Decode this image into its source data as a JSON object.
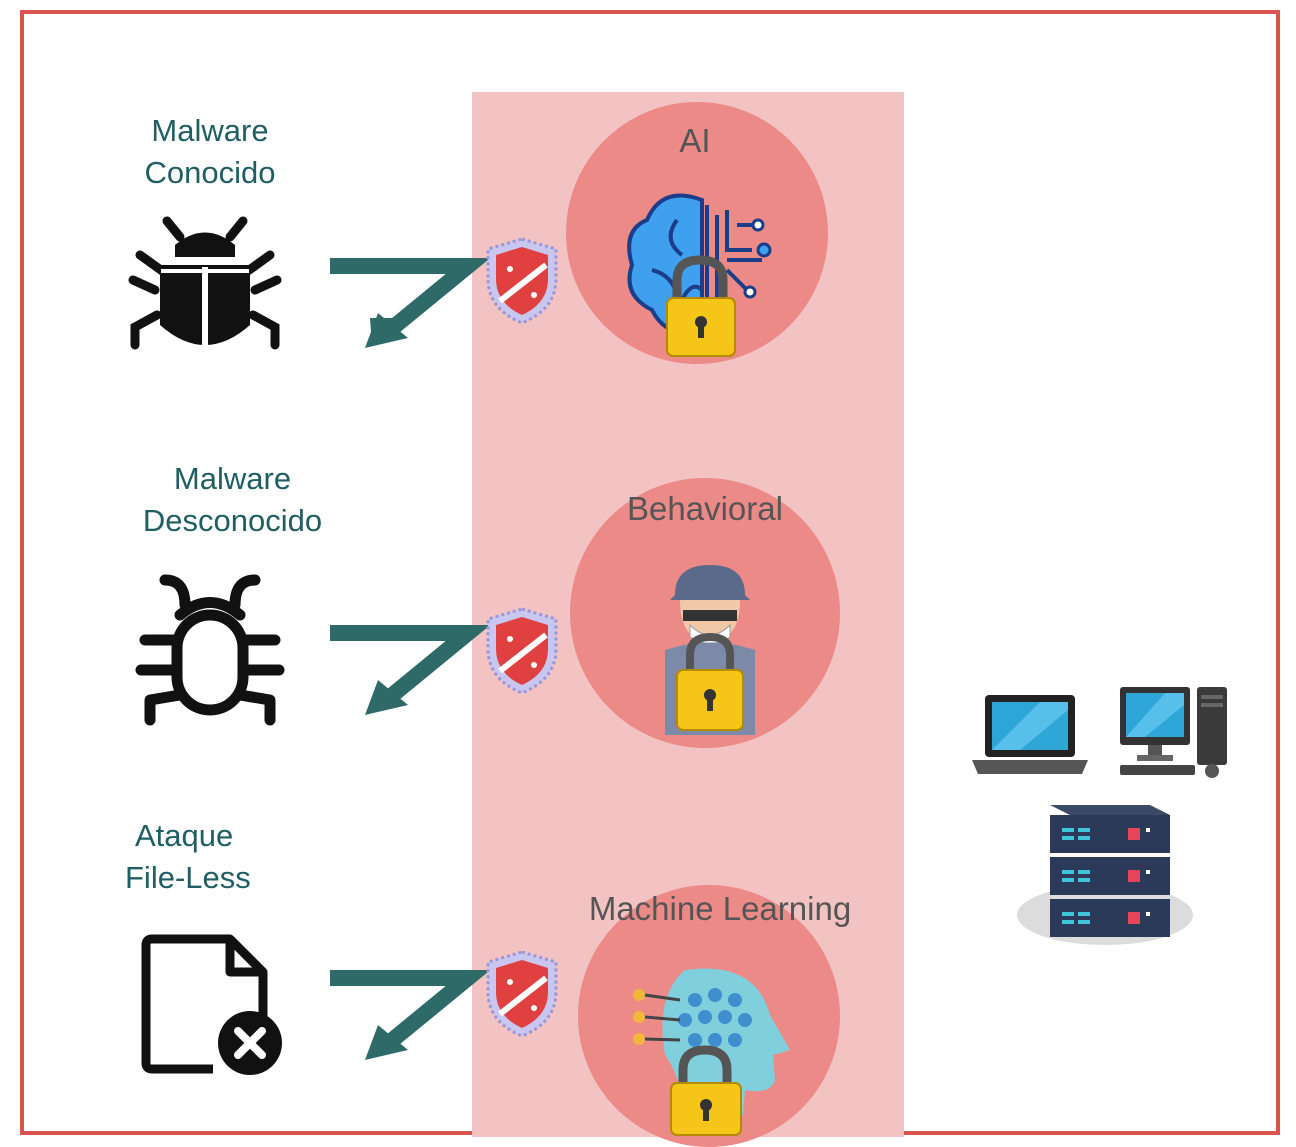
{
  "threats": [
    {
      "line1": "Malware",
      "line2": "Conocido",
      "icon": "bug-filled-icon"
    },
    {
      "line1": "Malware",
      "line2": "Desconocido",
      "icon": "bug-outline-icon"
    },
    {
      "line1": "Ataque",
      "line2": "File-Less",
      "icon": "file-error-icon"
    }
  ],
  "layers": [
    {
      "title": "AI",
      "icon": "ai-brain-icon"
    },
    {
      "title": "Behavioral",
      "icon": "hacker-icon"
    },
    {
      "title": "Machine Learning",
      "icon": "ml-head-icon"
    }
  ],
  "endpoint_icons": [
    "laptop-icon",
    "desktop-icon",
    "server-icon"
  ],
  "colors": {
    "frame": "#d9534f",
    "band": "#f3c2c2",
    "circle": "#ec8a88",
    "arrow": "#2e6b68",
    "label_text": "#1f5f63",
    "shield": "#e04040"
  }
}
